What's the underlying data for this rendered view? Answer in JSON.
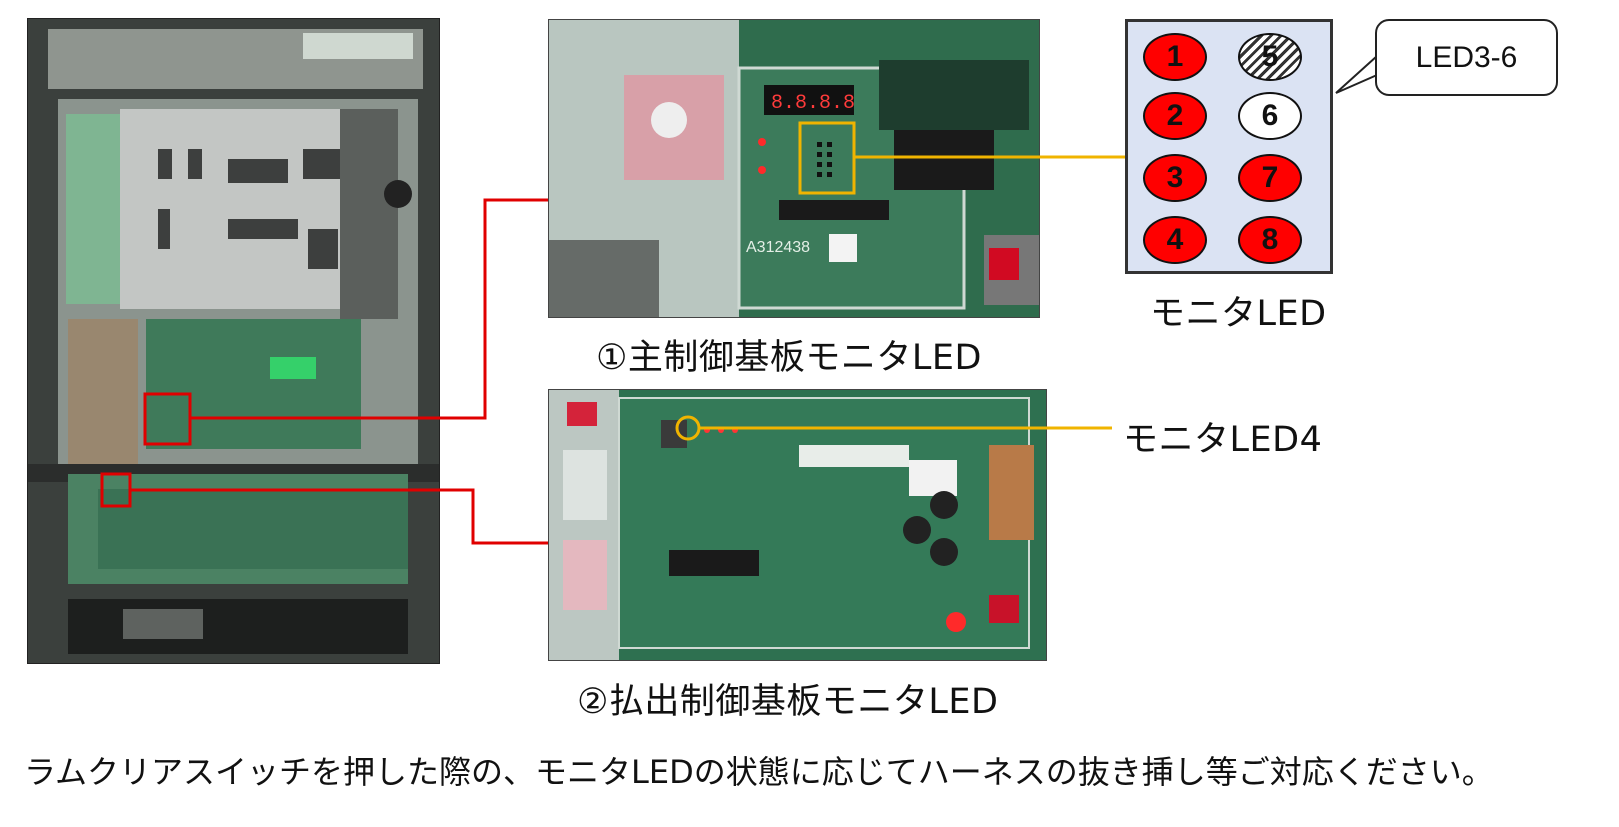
{
  "captions": {
    "main_board": "①主制御基板モニタLED",
    "payout_board": "②払出制御基板モニタLED",
    "monitor_led": "モニタLED",
    "monitor_led4": "モニタLED4"
  },
  "callout": {
    "label": "LED3-6"
  },
  "led_grid": [
    {
      "label": "1",
      "state": "on"
    },
    {
      "label": "5",
      "state": "blinking"
    },
    {
      "label": "2",
      "state": "on"
    },
    {
      "label": "6",
      "state": "off"
    },
    {
      "label": "3",
      "state": "on"
    },
    {
      "label": "7",
      "state": "on"
    },
    {
      "label": "4",
      "state": "on"
    },
    {
      "label": "8",
      "state": "on"
    }
  ],
  "board_text": {
    "main_board_id": "A312438"
  },
  "instruction": "ラムクリアスイッチを押した際の、モニタLEDの状態に応じてハーネスの抜き挿し等ご対応ください。",
  "colors": {
    "led_on": "#ff0000",
    "highlight_red": "#e00000",
    "highlight_yellow": "#f0b400",
    "led_box_bg": "#dbe3f3"
  }
}
